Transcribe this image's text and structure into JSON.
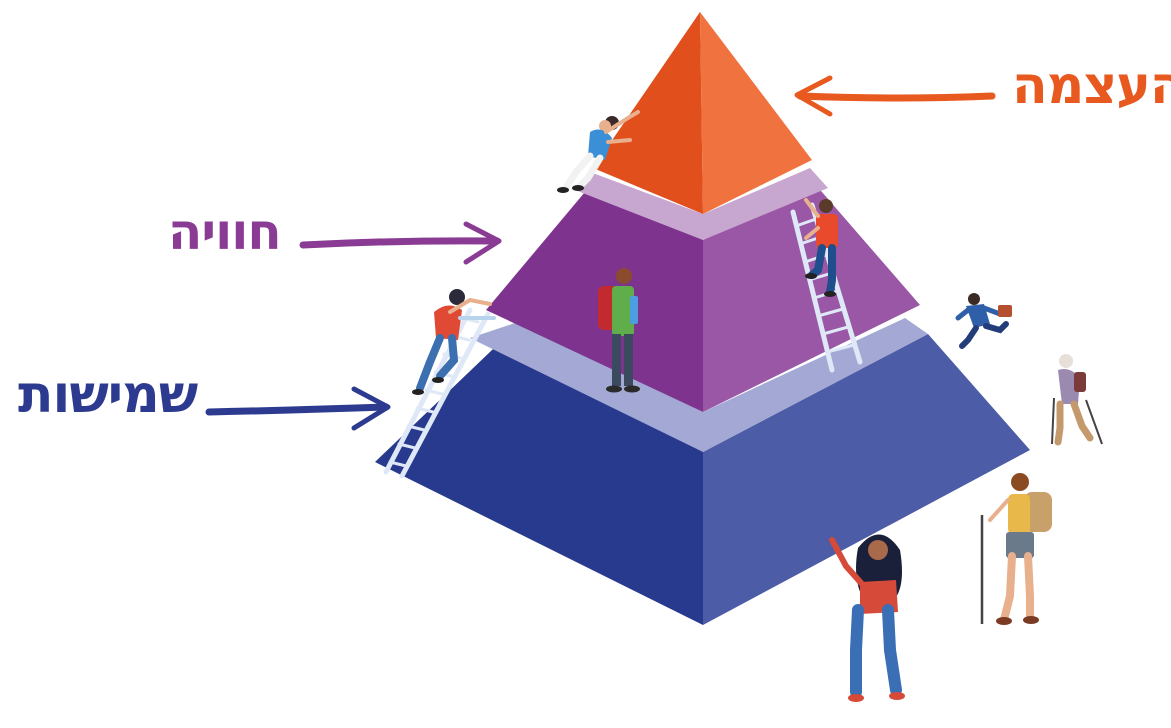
{
  "pyramid": {
    "levels": [
      {
        "id": "top",
        "label": "העצמה",
        "color": "#e8591f"
      },
      {
        "id": "middle",
        "label": "חוויה",
        "color": "#8a3b94"
      },
      {
        "id": "base",
        "label": "שמישות",
        "color": "#2c3b8f"
      }
    ]
  },
  "colors": {
    "top_left_face": "#e04f1c",
    "top_right_face": "#f0733f",
    "middle_left_face": "#7e348f",
    "middle_right_face": "#9a57a6",
    "middle_ledge": "#c7a6cf",
    "base_left_face": "#283a8e",
    "base_right_face": "#4d5ca6",
    "base_ledge": "#a3a9d4",
    "ladder": "#dfe8f6"
  },
  "figures": [
    "climber-top-icon",
    "climber-ladder-right-icon",
    "hiker-middle-icon",
    "climber-ladder-left-icon",
    "runner-businessman-icon",
    "elderly-walker-icon",
    "hiker-backpack-icon",
    "woman-pointing-icon"
  ]
}
